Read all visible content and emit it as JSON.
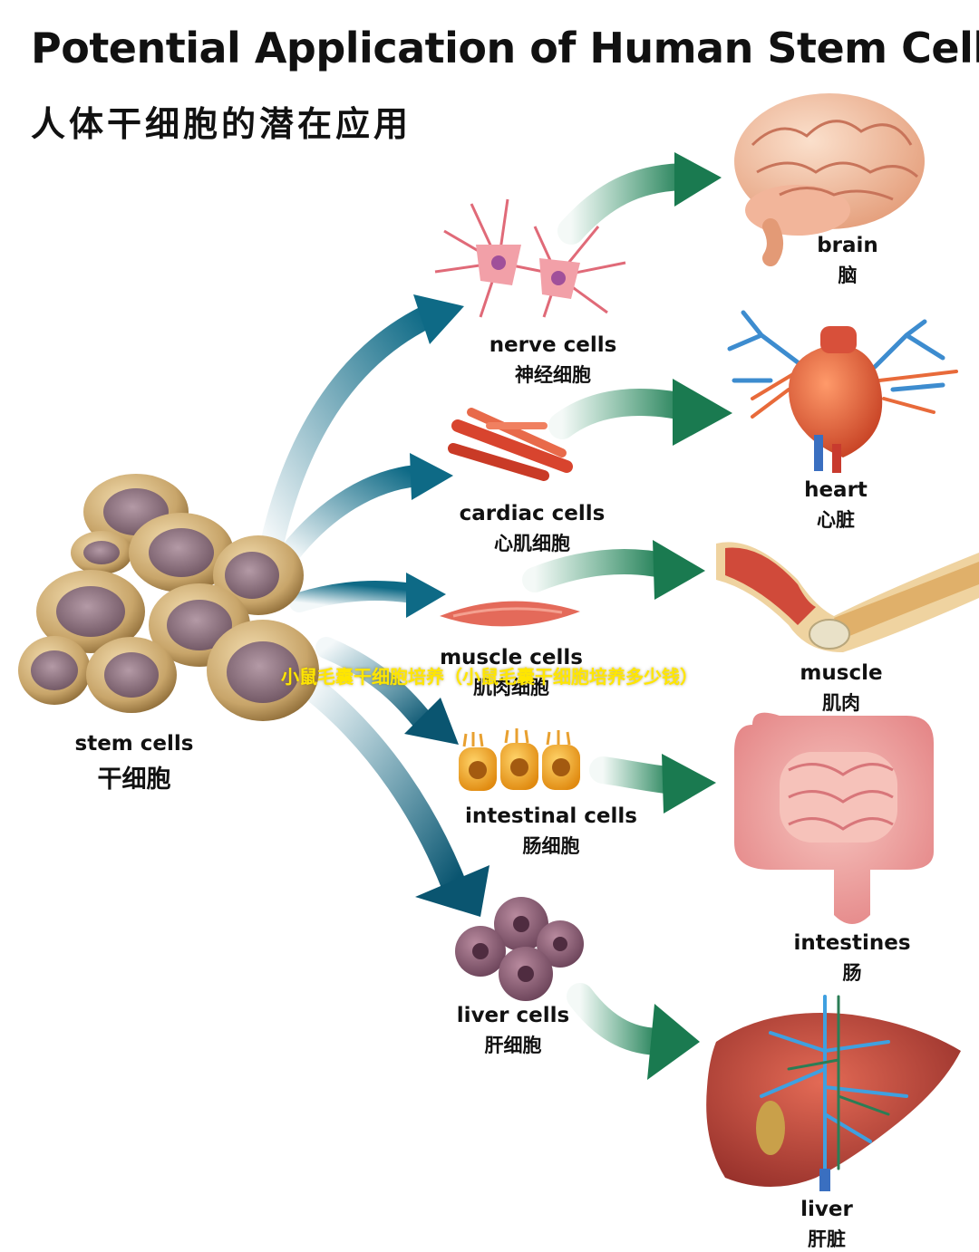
{
  "title": {
    "en": "Potential Application of Human Stem Cells",
    "zh": "人体干细胞的潜在应用"
  },
  "source": {
    "en": "stem cells",
    "zh": "干细胞"
  },
  "cell_types": [
    {
      "en": "nerve cells",
      "zh": "神经细胞"
    },
    {
      "en": "cardiac cells",
      "zh": "心肌细胞"
    },
    {
      "en": "muscle cells",
      "zh": "肌肉细胞"
    },
    {
      "en": "intestinal cells",
      "zh": "肠细胞"
    },
    {
      "en": "liver cells",
      "zh": "肝细胞"
    }
  ],
  "organs": [
    {
      "en": "brain",
      "zh": "脑"
    },
    {
      "en": "heart",
      "zh": "心脏"
    },
    {
      "en": "muscle",
      "zh": "肌肉"
    },
    {
      "en": "intestines",
      "zh": "肠"
    },
    {
      "en": "liver",
      "zh": "肝脏"
    }
  ],
  "overlay_text": "小鼠毛囊干细胞培养（小鼠毛囊干细胞培养多少钱）",
  "colors": {
    "arrow_blue": "#0e6a86",
    "arrow_green": "#1f8a5a",
    "cell_tan": "#c8a56a",
    "nucleus": "#8a7380",
    "organ_pink": "#e8898a",
    "liver_red": "#b8403a"
  }
}
